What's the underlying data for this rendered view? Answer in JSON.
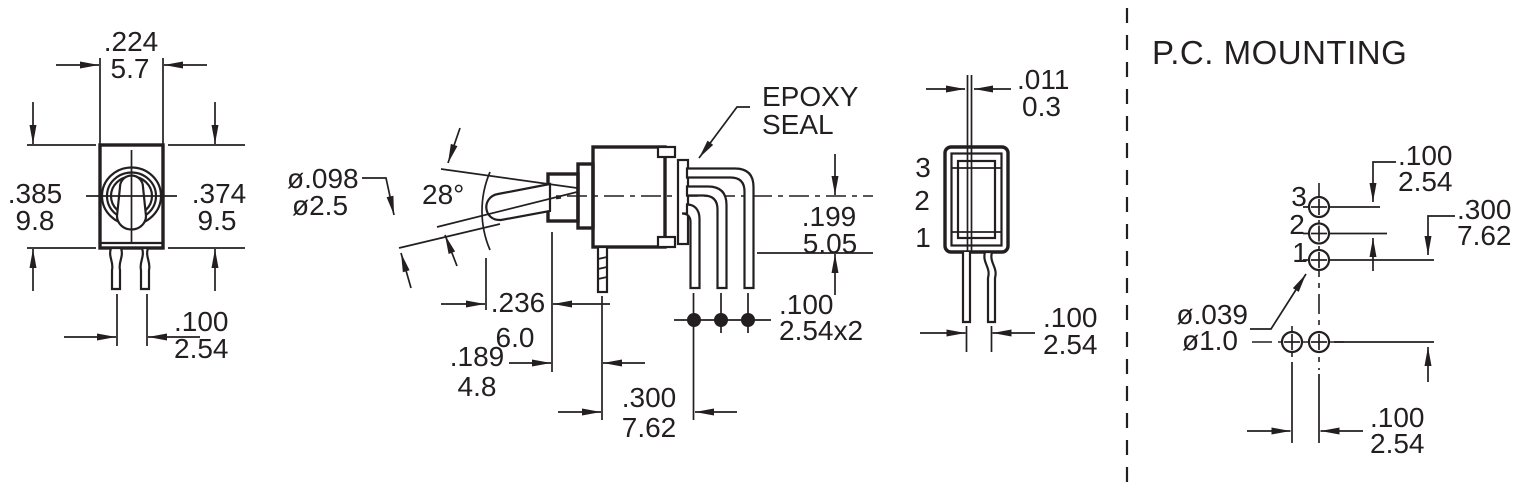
{
  "colors": {
    "ink": "#231f20",
    "background": "#ffffff"
  },
  "front_view": {
    "width": {
      "in": ".224",
      "mm": "5.7"
    },
    "height_left": {
      "in": ".385",
      "mm": "9.8"
    },
    "height_right": {
      "in": ".374",
      "mm": "9.5"
    },
    "pin_spacing": {
      "in": ".100",
      "mm": "2.54"
    }
  },
  "side_view": {
    "actuator_dia": {
      "in": "ø.098",
      "mm": "ø2.5"
    },
    "throw_angle": "28°",
    "epoxy_seal": [
      "EPOXY",
      "SEAL"
    ],
    "actuator_length": {
      "in": ".236",
      "mm": "6.0"
    },
    "bushing_depth": {
      "in": ".189",
      "mm": "4.8"
    },
    "seating_height": {
      "in": ".199",
      "mm": "5.05"
    },
    "terminal_pitch": {
      "in": ".100",
      "mm": "2.54x2"
    },
    "mount_to_terminal": {
      "in": ".300",
      "mm": "7.62"
    }
  },
  "rear_view": {
    "terminal_thickness": {
      "in": ".011",
      "mm": "0.3"
    },
    "terminal_labels": [
      "3",
      "2",
      "1"
    ],
    "pin_spacing": {
      "in": ".100",
      "mm": "2.54"
    }
  },
  "pc_mounting": {
    "title": "P.C. MOUNTING",
    "terminal_labels": [
      "3",
      "2",
      "1"
    ],
    "hole_pitch": {
      "in": ".100",
      "mm": "2.54"
    },
    "row_offset": {
      "in": ".300",
      "mm": "7.62"
    },
    "hole_dia": {
      "in": "ø.039",
      "mm": "ø1.0"
    },
    "column_pitch": {
      "in": ".100",
      "mm": "2.54"
    }
  }
}
